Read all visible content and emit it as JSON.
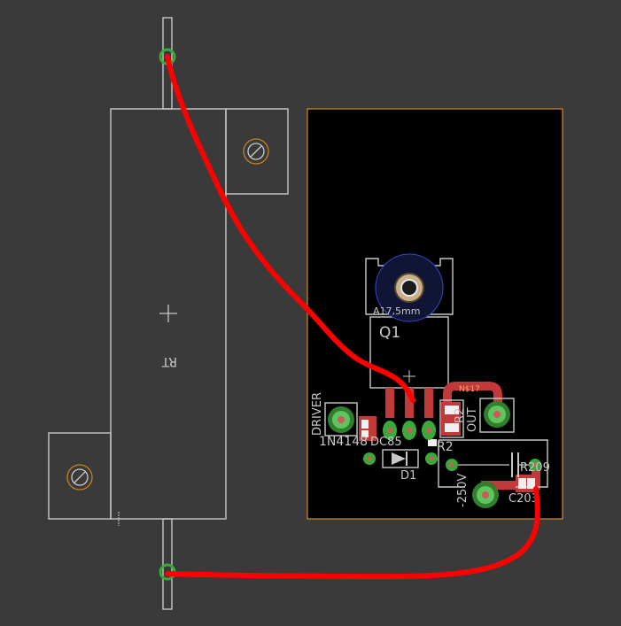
{
  "board": {
    "outline_color": "#d08a2a",
    "fill_color": "#000000",
    "copper_color": "#c03a3a",
    "pad_color": "#3aa83a",
    "wire_color": "#ff0000",
    "hole_color": "#c8c8c8"
  },
  "labels": {
    "heatsink": "RT",
    "q1_value": "A17,5mm",
    "q1_name": "Q1",
    "driver": "DRIVER",
    "diode_value": "1N4148",
    "diode_value2": "DC85",
    "r2_name": "R2",
    "diode_name": "D1",
    "net_label": "N$17",
    "out": "OUT",
    "r2_value": "R2",
    "c_value": "-250V",
    "r_name": "R209",
    "c_name": "C203"
  },
  "icons": {
    "mount_hole": "mount-hole-icon",
    "crosshair": "crosshair-icon",
    "origin": "origin-marker-icon"
  }
}
